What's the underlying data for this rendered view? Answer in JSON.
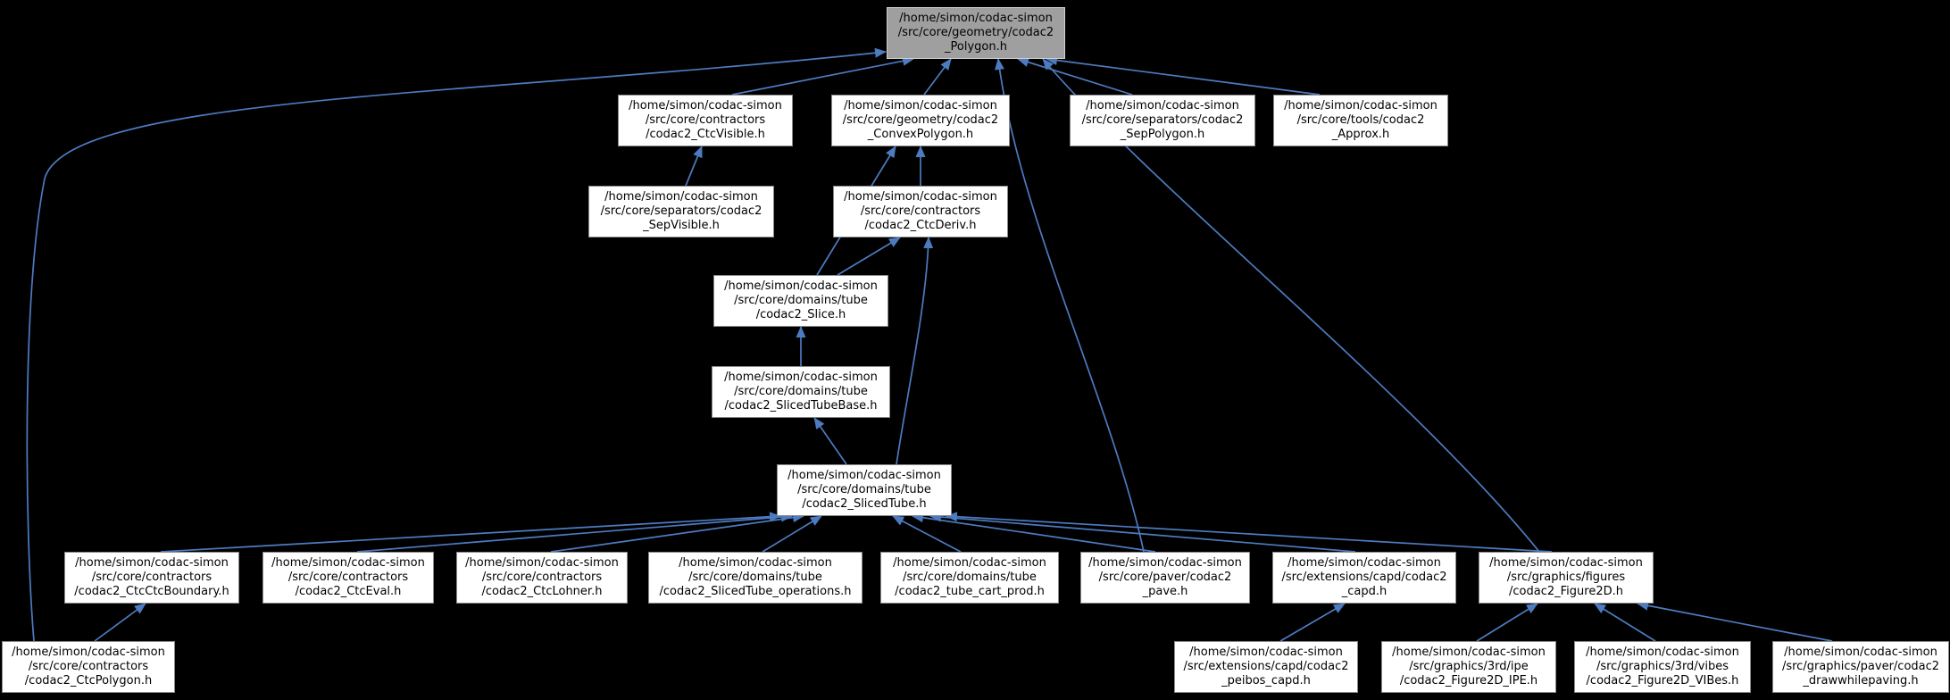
{
  "graph": {
    "kind": "include-dependency-graph",
    "root_file": "/home/simon/codac-simon/src/core/geometry/codac2_Polygon.h",
    "nodes": [
      {
        "id": "polygon",
        "highlighted": true,
        "lines": [
          "/home/simon/codac-simon",
          "/src/core/geometry/codac2",
          "_Polygon.h"
        ]
      },
      {
        "id": "ctcvisible",
        "highlighted": false,
        "lines": [
          "/home/simon/codac-simon",
          "/src/core/contractors",
          "/codac2_CtcVisible.h"
        ]
      },
      {
        "id": "convexpolygon",
        "highlighted": false,
        "lines": [
          "/home/simon/codac-simon",
          "/src/core/geometry/codac2",
          "_ConvexPolygon.h"
        ]
      },
      {
        "id": "seppolygon",
        "highlighted": false,
        "lines": [
          "/home/simon/codac-simon",
          "/src/core/separators/codac2",
          "_SepPolygon.h"
        ]
      },
      {
        "id": "approx",
        "highlighted": false,
        "lines": [
          "/home/simon/codac-simon",
          "/src/core/tools/codac2",
          "_Approx.h"
        ]
      },
      {
        "id": "sepvisible",
        "highlighted": false,
        "lines": [
          "/home/simon/codac-simon",
          "/src/core/separators/codac2",
          "_SepVisible.h"
        ]
      },
      {
        "id": "ctcderiv",
        "highlighted": false,
        "lines": [
          "/home/simon/codac-simon",
          "/src/core/contractors",
          "/codac2_CtcDeriv.h"
        ]
      },
      {
        "id": "slice",
        "highlighted": false,
        "lines": [
          "/home/simon/codac-simon",
          "/src/core/domains/tube",
          "/codac2_Slice.h"
        ]
      },
      {
        "id": "slicedtubebase",
        "highlighted": false,
        "lines": [
          "/home/simon/codac-simon",
          "/src/core/domains/tube",
          "/codac2_SlicedTubeBase.h"
        ]
      },
      {
        "id": "slicedtube",
        "highlighted": false,
        "lines": [
          "/home/simon/codac-simon",
          "/src/core/domains/tube",
          "/codac2_SlicedTube.h"
        ]
      },
      {
        "id": "ctcctcboundary",
        "highlighted": false,
        "lines": [
          "/home/simon/codac-simon",
          "/src/core/contractors",
          "/codac2_CtcCtcBoundary.h"
        ]
      },
      {
        "id": "ctceval",
        "highlighted": false,
        "lines": [
          "/home/simon/codac-simon",
          "/src/core/contractors",
          "/codac2_CtcEval.h"
        ]
      },
      {
        "id": "ctclohner",
        "highlighted": false,
        "lines": [
          "/home/simon/codac-simon",
          "/src/core/contractors",
          "/codac2_CtcLohner.h"
        ]
      },
      {
        "id": "slicedtube_ops",
        "highlighted": false,
        "lines": [
          "/home/simon/codac-simon",
          "/src/core/domains/tube",
          "/codac2_SlicedTube_operations.h"
        ]
      },
      {
        "id": "tube_cart_prod",
        "highlighted": false,
        "lines": [
          "/home/simon/codac-simon",
          "/src/core/domains/tube",
          "/codac2_tube_cart_prod.h"
        ]
      },
      {
        "id": "pave",
        "highlighted": false,
        "lines": [
          "/home/simon/codac-simon",
          "/src/core/paver/codac2",
          "_pave.h"
        ]
      },
      {
        "id": "capd",
        "highlighted": false,
        "lines": [
          "/home/simon/codac-simon",
          "/src/extensions/capd/codac2",
          "_capd.h"
        ]
      },
      {
        "id": "figure2d",
        "highlighted": false,
        "lines": [
          "/home/simon/codac-simon",
          "/src/graphics/figures",
          "/codac2_Figure2D.h"
        ]
      },
      {
        "id": "ctcpolygon",
        "highlighted": false,
        "lines": [
          "/home/simon/codac-simon",
          "/src/core/contractors",
          "/codac2_CtcPolygon.h"
        ]
      },
      {
        "id": "peibos_capd",
        "highlighted": false,
        "lines": [
          "/home/simon/codac-simon",
          "/src/extensions/capd/codac2",
          "_peibos_capd.h"
        ]
      },
      {
        "id": "figure2d_ipe",
        "highlighted": false,
        "lines": [
          "/home/simon/codac-simon",
          "/src/graphics/3rd/ipe",
          "/codac2_Figure2D_IPE.h"
        ]
      },
      {
        "id": "figure2d_vibes",
        "highlighted": false,
        "lines": [
          "/home/simon/codac-simon",
          "/src/graphics/3rd/vibes",
          "/codac2_Figure2D_VIBes.h"
        ]
      },
      {
        "id": "drawwhilepaving",
        "highlighted": false,
        "lines": [
          "/home/simon/codac-simon",
          "/src/graphics/paver/codac2",
          "_drawwhilepaving.h"
        ]
      }
    ],
    "edges": [
      {
        "from": "ctcvisible",
        "to": "polygon"
      },
      {
        "from": "convexpolygon",
        "to": "polygon"
      },
      {
        "from": "seppolygon",
        "to": "polygon"
      },
      {
        "from": "approx",
        "to": "polygon"
      },
      {
        "from": "ctcpolygon",
        "to": "polygon"
      },
      {
        "from": "pave",
        "to": "polygon"
      },
      {
        "from": "figure2d",
        "to": "polygon"
      },
      {
        "from": "sepvisible",
        "to": "ctcvisible"
      },
      {
        "from": "ctcderiv",
        "to": "convexpolygon"
      },
      {
        "from": "slice",
        "to": "convexpolygon"
      },
      {
        "from": "slice",
        "to": "ctcderiv"
      },
      {
        "from": "slicedtube",
        "to": "ctcderiv"
      },
      {
        "from": "slicedtubebase",
        "to": "slice"
      },
      {
        "from": "slicedtube",
        "to": "slicedtubebase"
      },
      {
        "from": "ctcctcboundary",
        "to": "slicedtube"
      },
      {
        "from": "ctceval",
        "to": "slicedtube"
      },
      {
        "from": "ctclohner",
        "to": "slicedtube"
      },
      {
        "from": "slicedtube_ops",
        "to": "slicedtube"
      },
      {
        "from": "tube_cart_prod",
        "to": "slicedtube"
      },
      {
        "from": "pave",
        "to": "slicedtube"
      },
      {
        "from": "capd",
        "to": "slicedtube"
      },
      {
        "from": "figure2d",
        "to": "slicedtube"
      },
      {
        "from": "ctcpolygon",
        "to": "ctcctcboundary"
      },
      {
        "from": "peibos_capd",
        "to": "capd"
      },
      {
        "from": "figure2d_ipe",
        "to": "figure2d"
      },
      {
        "from": "figure2d_vibes",
        "to": "figure2d"
      },
      {
        "from": "drawwhilepaving",
        "to": "figure2d"
      }
    ]
  },
  "colors": {
    "background": "#000000",
    "node_fill": "#ffffff",
    "node_fill_highlighted": "#9f9f9f",
    "node_border": "#8a8a8a",
    "edge": "#4d7bc0",
    "text": "#000000"
  }
}
